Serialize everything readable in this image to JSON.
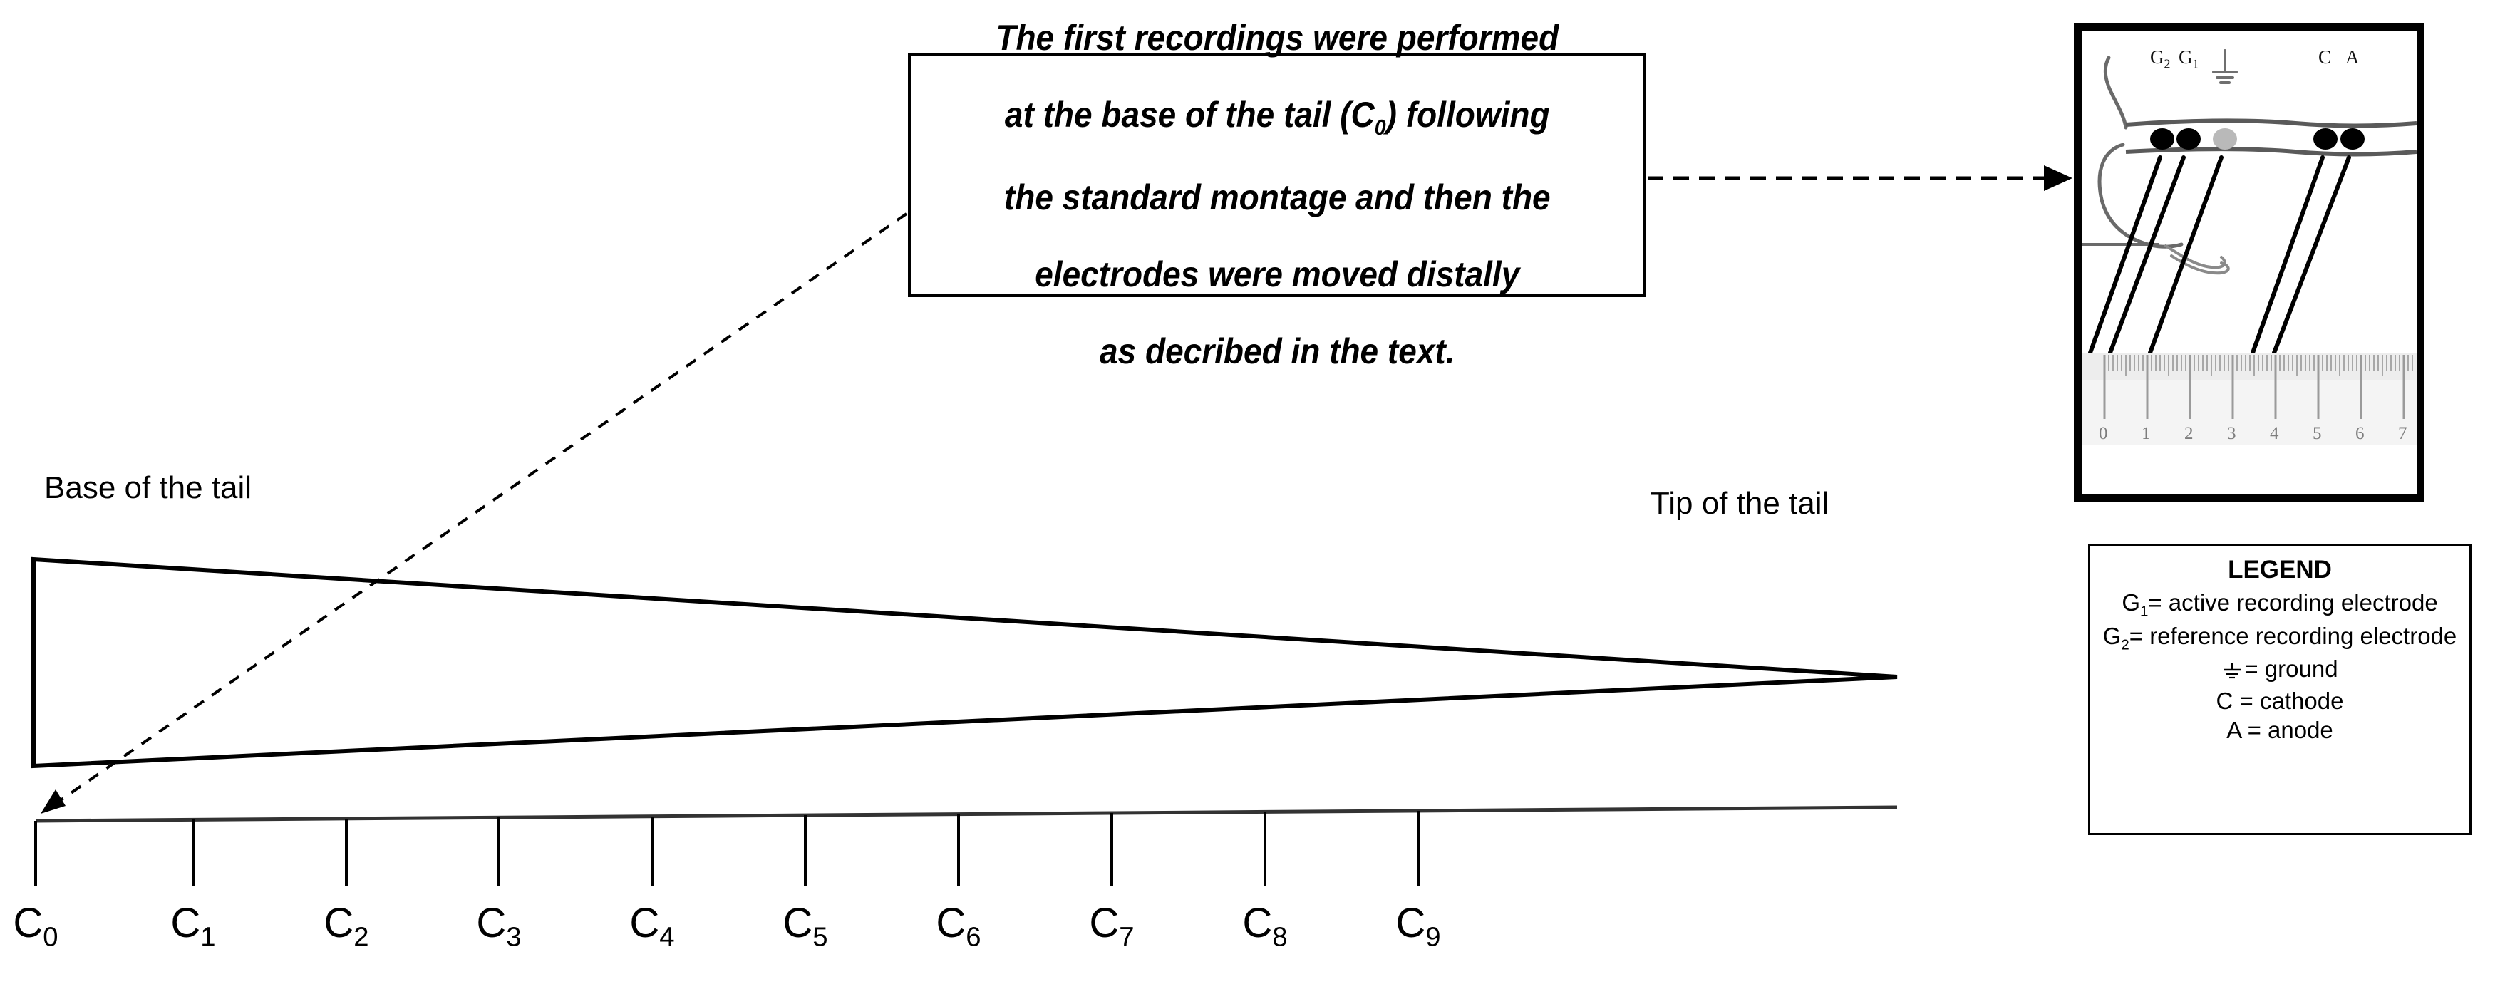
{
  "figure": {
    "title_labels": {
      "base_of_tail": "Base of the tail",
      "tip_of_tail": "Tip of the tail"
    },
    "caption": {
      "line1": "The first recordings were performed",
      "line2_pre": "at the base of the tail (C",
      "line2_sub": "0",
      "line2_post": ") following",
      "line3": "the standard montage and then the",
      "line4": "electrodes were moved distally",
      "line5": "as decribed in the text."
    },
    "axis": {
      "tick_labels": [
        {
          "base": "C",
          "sub": "0"
        },
        {
          "base": "C",
          "sub": "1"
        },
        {
          "base": "C",
          "sub": "2"
        },
        {
          "base": "C",
          "sub": "3"
        },
        {
          "base": "C",
          "sub": "4"
        },
        {
          "base": "C",
          "sub": "5"
        },
        {
          "base": "C",
          "sub": "6"
        },
        {
          "base": "C",
          "sub": "7"
        },
        {
          "base": "C",
          "sub": "8"
        },
        {
          "base": "C",
          "sub": "9"
        }
      ]
    },
    "photo_inset": {
      "electrode_labels": [
        {
          "base": "G",
          "sub": "2"
        },
        {
          "base": "G",
          "sub": "1"
        },
        {
          "base": "C",
          "sub": ""
        },
        {
          "base": "A",
          "sub": ""
        }
      ],
      "ground_symbol": "ground-symbol",
      "ruler_ticks": [
        "0",
        "1",
        "2",
        "3",
        "4",
        "5",
        "6",
        "7"
      ]
    },
    "legend": {
      "title": "LEGEND",
      "rows": [
        {
          "symbol": "G",
          "sub": "1",
          "text": "= active recording electrode"
        },
        {
          "symbol": "G",
          "sub": "2",
          "text": "= reference recording electrode"
        },
        {
          "symbol": "ground",
          "sub": "",
          "text": "= ground"
        },
        {
          "symbol": "C",
          "sub": "",
          "text": " = cathode"
        },
        {
          "symbol": "A",
          "sub": "",
          "text": " = anode"
        }
      ]
    },
    "colors": {
      "line": "#000000",
      "ground_dot": "#b9b9b9",
      "electrode_dot": "#000000",
      "ruler_band": "#f2f2f2",
      "ruler_tick": "#9a9a9a",
      "tail_outline": "#555555"
    }
  }
}
